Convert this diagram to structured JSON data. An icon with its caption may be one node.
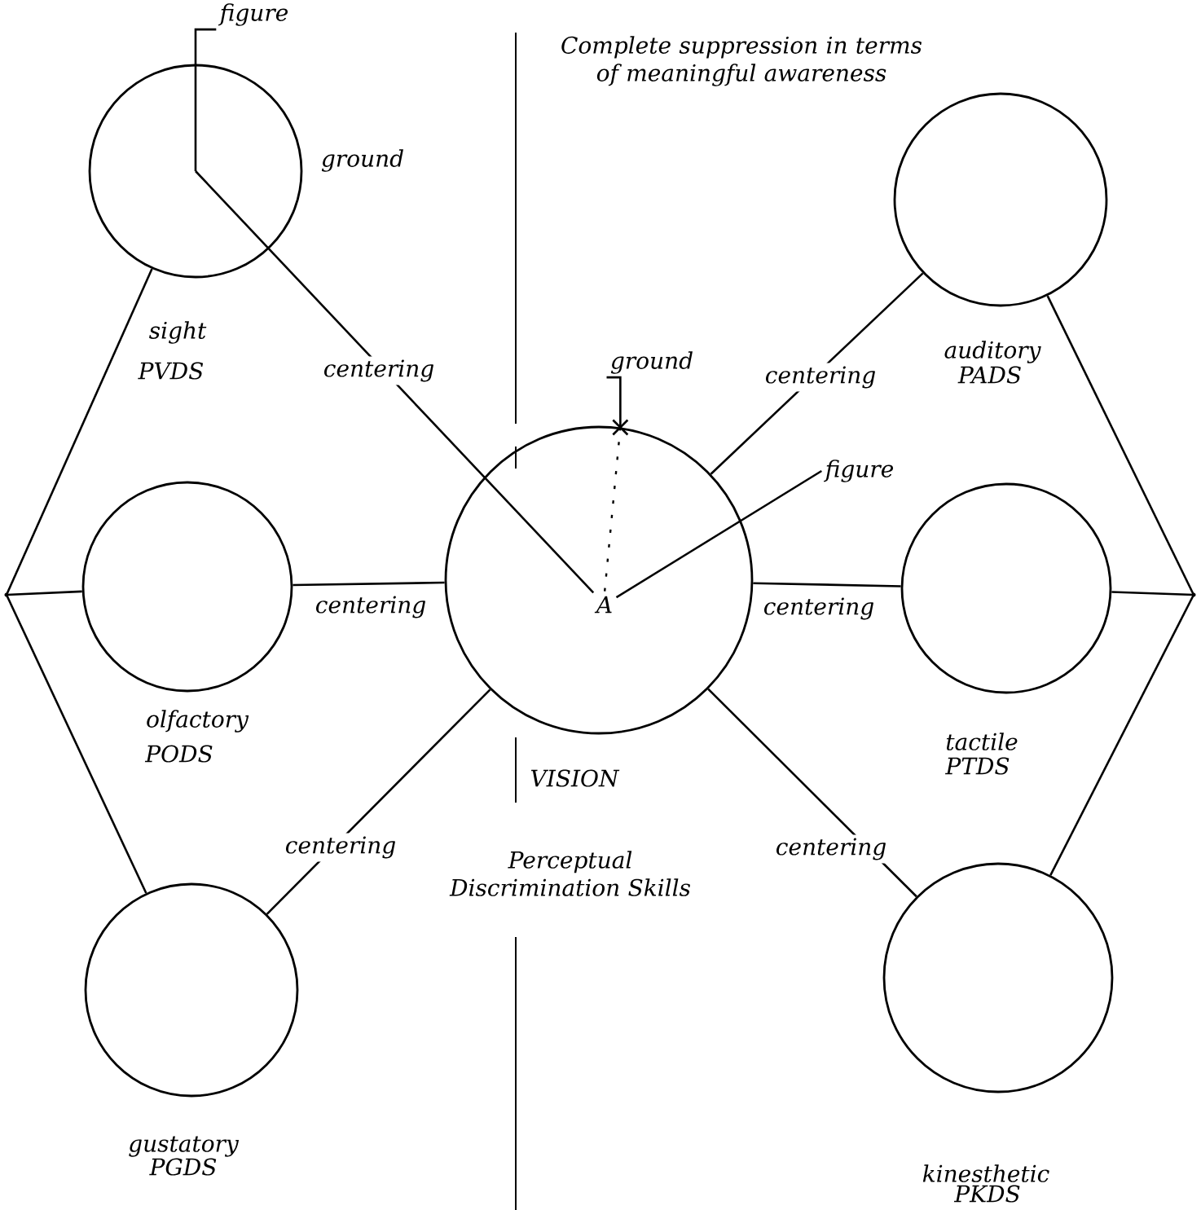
{
  "diagram": {
    "nodes": [
      {
        "text": [
          "figure"
        ]
      },
      {
        "text": [],
        "shape": "circle",
        "beside": [
          "sight",
          "PVDS",
          "ground"
        ]
      },
      {
        "text": [],
        "shape": "circle",
        "beside": [
          "auditory",
          "PADS"
        ]
      },
      {
        "text": [
          "ground"
        ]
      },
      {
        "text": [
          "figure"
        ]
      },
      {
        "text": [],
        "shape": "point"
      },
      {
        "text": [],
        "shape": "circle",
        "beside": [
          "olfactory",
          "PODS"
        ]
      },
      {
        "text": [],
        "shape": "circle",
        "beside": [
          "VISION"
        ]
      },
      {
        "text": [
          "A"
        ],
        "in": 7
      },
      {
        "text": [],
        "shape": "circle",
        "beside": [
          "tactile",
          "PTDS"
        ]
      },
      {
        "text": [],
        "shape": "point"
      },
      {
        "text": [],
        "shape": "circle",
        "beside": [
          "gustatory",
          "PGDS"
        ]
      },
      {
        "text": [],
        "shape": "circle",
        "beside": [
          "kinesthetic",
          "PKDS"
        ]
      }
    ],
    "edges": [
      {
        "from": 0,
        "to": 1,
        "arrow": "none"
      },
      {
        "from": 1,
        "to": 8,
        "arrow": "none",
        "label": "centering"
      },
      {
        "from": 7,
        "to": 2,
        "arrow": "none",
        "label": "centering"
      },
      {
        "from": 3,
        "to": 7,
        "arrow": "none"
      },
      {
        "from": 8,
        "to": 4,
        "arrow": "none"
      },
      {
        "from": 6,
        "to": 7,
        "arrow": "none",
        "label": "centering"
      },
      {
        "from": 7,
        "to": 9,
        "arrow": "none",
        "label": "centering"
      },
      {
        "from": 11,
        "to": 7,
        "arrow": "none",
        "label": "centering"
      },
      {
        "from": 7,
        "to": 12,
        "arrow": "none",
        "label": "centering"
      },
      {
        "from": 1,
        "to": 5,
        "arrow": "none"
      },
      {
        "from": 6,
        "to": 5,
        "arrow": "none"
      },
      {
        "from": 11,
        "to": 5,
        "arrow": "none"
      },
      {
        "from": 2,
        "to": 10,
        "arrow": "none"
      },
      {
        "from": 9,
        "to": 10,
        "arrow": "none"
      },
      {
        "from": 12,
        "to": 10,
        "arrow": "none"
      }
    ],
    "labels": [
      "Complete suppression in terms of meaningful awareness",
      "Perceptual Discrimination Skills"
    ]
  }
}
